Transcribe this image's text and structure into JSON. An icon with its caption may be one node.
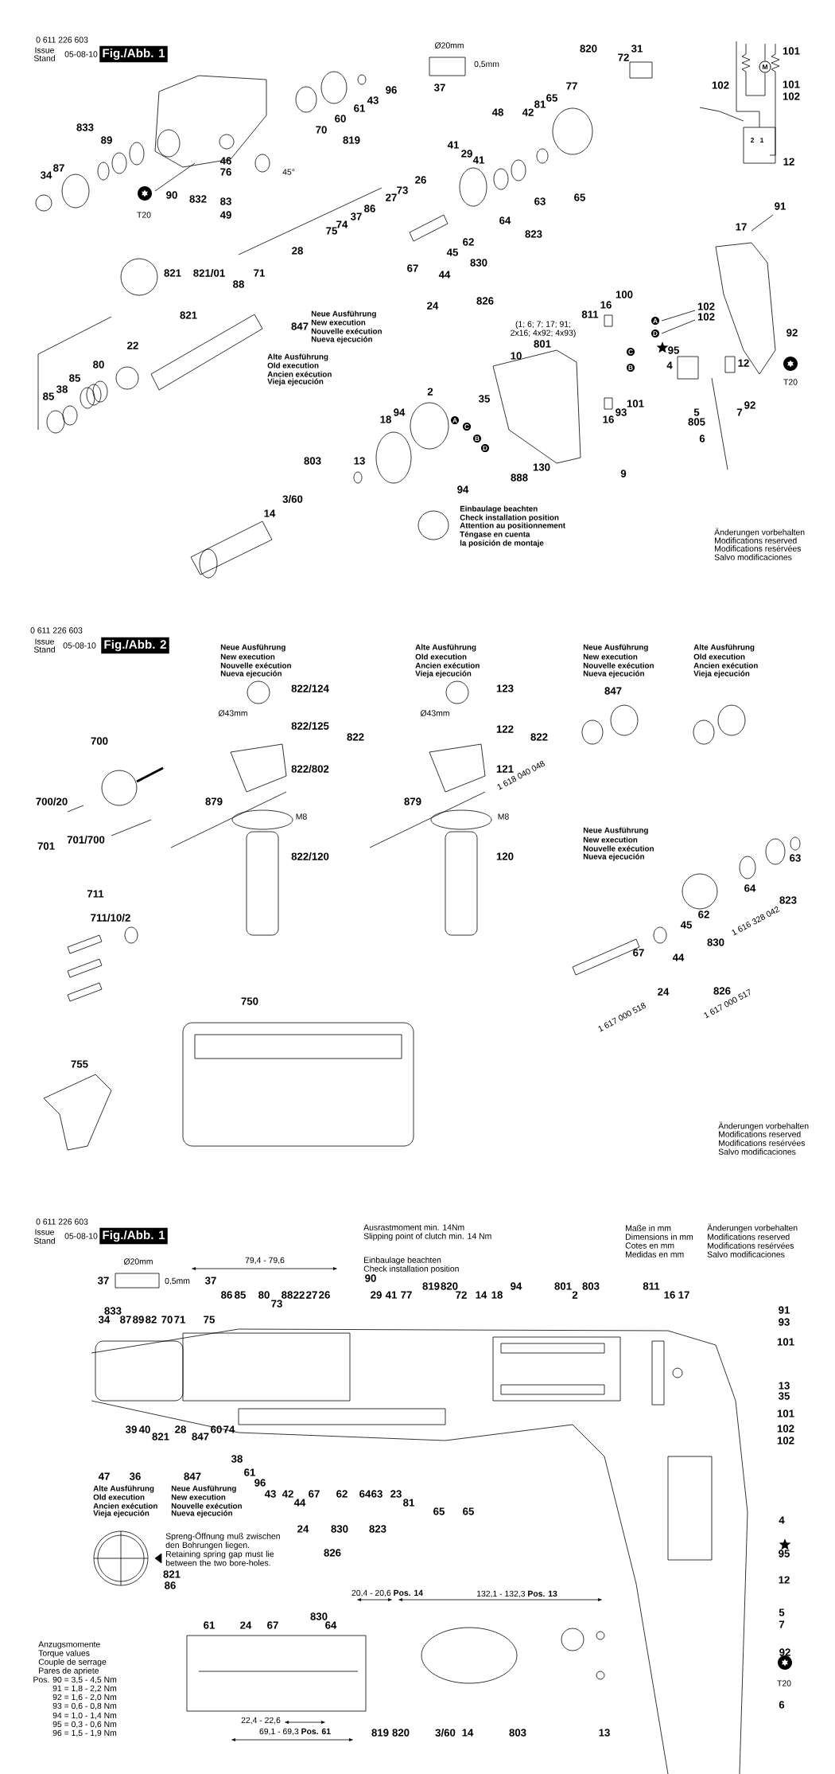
{
  "diagram": {
    "labels": [
      "0 611 226 603",
      "Issue",
      "Stand",
      "05-08-10",
      "Fig./Abb. 1",
      "833",
      "89",
      "87",
      "34",
      "90",
      "T20",
      "46",
      "76",
      "832",
      "83",
      "49",
      "45°",
      "70",
      "60",
      "61",
      "43",
      "96",
      "819",
      "Ø20mm",
      "0,5mm",
      "37",
      "820",
      "31",
      "72",
      "77",
      "65",
      "81",
      "48",
      "42",
      "101",
      "102",
      "101",
      "102",
      "M",
      "2",
      "1",
      "12",
      "41",
      "29",
      "41",
      "26",
      "73",
      "27",
      "65",
      "63",
      "86",
      "37",
      "64",
      "74",
      "75",
      "823",
      "62",
      "28",
      "45",
      "830",
      "821",
      "821/01",
      "71",
      "67",
      "44",
      "88",
      "24",
      "826",
      "91",
      "17",
      "100",
      "16",
      "102",
      "821",
      "Neue Ausführung",
      "811",
      "102",
      "847",
      "New execution",
      "(1; 6; 7; 17; 91;",
      "A",
      "Nouvelle exécution",
      "2x16; 4x92; 4x93)",
      "D",
      "92",
      "Nueva ejecución",
      "22",
      "10",
      "801",
      "C",
      "95",
      "Alte Ausführung",
      "80",
      "Old execution",
      "B",
      "4",
      "12",
      "85",
      "Ancien exécution",
      "Vieja ejecución",
      "T20",
      "38",
      "85",
      "2",
      "35",
      "101",
      "92",
      "94",
      "93",
      "5",
      "7",
      "18",
      "A",
      "16",
      "805",
      "C",
      "B",
      "6",
      "D",
      "803",
      "13",
      "130",
      "888",
      "9",
      "94",
      "3/60",
      "14",
      "Einbaulage beachten",
      "Check installation position",
      "Attention au positionnement",
      "Téngase en cuenta",
      "Änderungen vorbehalten",
      "la posición de montaje",
      "Modifications reserved",
      "Modifications resérvées",
      "Salvo modificaciones",
      "0 611 226 603",
      "Issue",
      "Stand",
      "05-08-10",
      "Fig./Abb. 2",
      "Neue Ausführung",
      "New execution",
      "Nouvelle exécution",
      "Nueva ejecución",
      "Alte Ausführung",
      "Old execution",
      "Ancien exécution",
      "Vieja ejecución",
      "Neue Ausführung",
      "New execution",
      "Nouvelle exécution",
      "Nueva ejecución",
      "Alte Ausführung",
      "Old execution",
      "Ancien exécution",
      "Vieja ejecución",
      "822/124",
      "123",
      "847",
      "Ø43mm",
      "Ø43mm",
      "822/125",
      "122",
      "700",
      "822",
      "822",
      "822/802",
      "121",
      "1 618 040 048",
      "700/20",
      "879",
      "879",
      "M8",
      "M8",
      "Neue Ausführung",
      "701/700",
      "New execution",
      "701",
      "Nouvelle exécution",
      "822/120",
      "120",
      "Nueva ejecución",
      "63",
      "711",
      "64",
      "823",
      "711/10/2",
      "62",
      "45",
      "1 616 328 042",
      "830",
      "67",
      "44",
      "750",
      "24",
      "826",
      "1 617 000 518",
      "1 617 000 517",
      "755",
      "Änderungen vorbehalten",
      "Modifications reserved",
      "Modifications resérvées",
      "Salvo modificaciones",
      "0 611 226 603",
      "Issue",
      "Stand",
      "05-08-10",
      "Fig./Abb. 1",
      "Ausrastmoment min. 14Nm",
      "Maße in mm",
      "Änderungen vorbehalten",
      "Slipping point of clutch min. 14 Nm",
      "Dimensions in mm",
      "Modifications reserved",
      "Cotes en mm",
      "Modifications resérvées",
      "Medidas en mm",
      "Salvo modificaciones",
      "Ø20mm",
      "79,4 - 79,6",
      "Einbaulage beachten",
      "Check installation position",
      "37",
      "0,5mm",
      "37",
      "90",
      "819",
      "820",
      "94",
      "801",
      "803",
      "811",
      "86",
      "85",
      "80",
      "88",
      "22",
      "27",
      "26",
      "29",
      "41",
      "77",
      "72",
      "14",
      "18",
      "2",
      "16",
      "17",
      "73",
      "833",
      "91",
      "34",
      "87",
      "89",
      "82",
      "70",
      "71",
      "75",
      "93",
      "101",
      "13",
      "35",
      "101",
      "39",
      "40",
      "28",
      "60",
      "74",
      "102",
      "821",
      "847",
      "102",
      "38",
      "47",
      "36",
      "847",
      "61",
      "96",
      "Alte Ausführung",
      "Neue Ausführung",
      "Old execution",
      "New execution",
      "Ancien exécution",
      "Nouvelle exécution",
      "Vieja ejecución",
      "Nueva ejecución",
      "43",
      "42",
      "67",
      "62",
      "64",
      "63",
      "23",
      "44",
      "81",
      "65",
      "65",
      "4",
      "24",
      "830",
      "823",
      "Spreng-Öffnung muß zwischen den Bohrungen liegen.",
      "Retaining spring gap must lie between the two bore-holes.",
      "826",
      "95",
      "821",
      "12",
      "86",
      "20,4 - 20,6 **Pos. 14**",
      "132,1 - 132,3 **Pos. 13**",
      "830",
      "5",
      "61",
      "24",
      "67",
      "64",
      "7",
      "Anzugsmomente",
      "Torque values",
      "92",
      "Couple de serrage",
      "Pares de apriete",
      "Pos. 90 = 3,5 - 4,5 Nm",
      "91 = 1,8 - 2,2 Nm",
      "T20",
      "92 = 1,6 - 2,0 Nm",
      "93 = 0,6 - 0,8 Nm",
      "6",
      "94 = 1,0 - 1,4 Nm",
      "95 = 0,3 - 0,6 Nm",
      "22,4 - 22,6",
      "96 = 1,5 - 1,9 Nm",
      "69,1 - 69,3 **Pos. 61**",
      "819",
      "820",
      "3/60",
      "14",
      "803",
      "13"
    ]
  }
}
